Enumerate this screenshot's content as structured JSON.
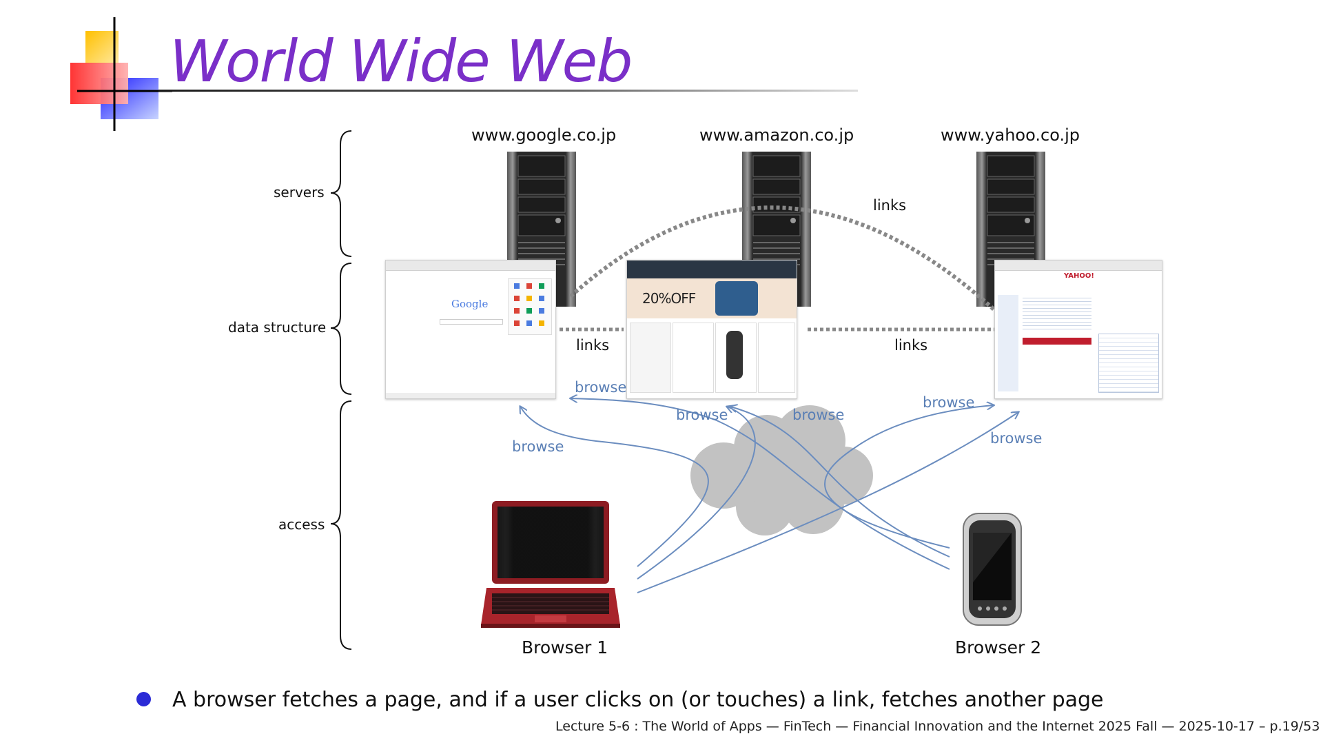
{
  "title": "World Wide Web",
  "layers": {
    "servers": "servers",
    "data_structure": "data structure",
    "access": "access"
  },
  "servers": [
    {
      "host": "www.google.co.jp"
    },
    {
      "host": "www.amazon.co.jp"
    },
    {
      "host": "www.yahoo.co.jp"
    }
  ],
  "screenshots": {
    "google_logo": "Google",
    "amazon_promo": "20%OFF",
    "yahoo_logo": "YAHOO!"
  },
  "link_labels": [
    "links",
    "links",
    "links"
  ],
  "browse_labels": [
    "browse",
    "browse",
    "browse",
    "browse",
    "browse",
    "browse"
  ],
  "devices": {
    "browser1": "Browser 1",
    "browser2": "Browser 2"
  },
  "bullet": "A browser fetches a page, and if a user clicks on (or touches) a link, fetches another page",
  "footer": "Lecture 5-6 : The World of Apps — FinTech — Financial Innovation and the Internet 2025 Fall — 2025-10-17 – p.19/53",
  "colors": {
    "title": "#7a2fc8",
    "browse": "#5a7fb5",
    "bullet": "#2b2bd6",
    "laptop": "#a8242b"
  }
}
